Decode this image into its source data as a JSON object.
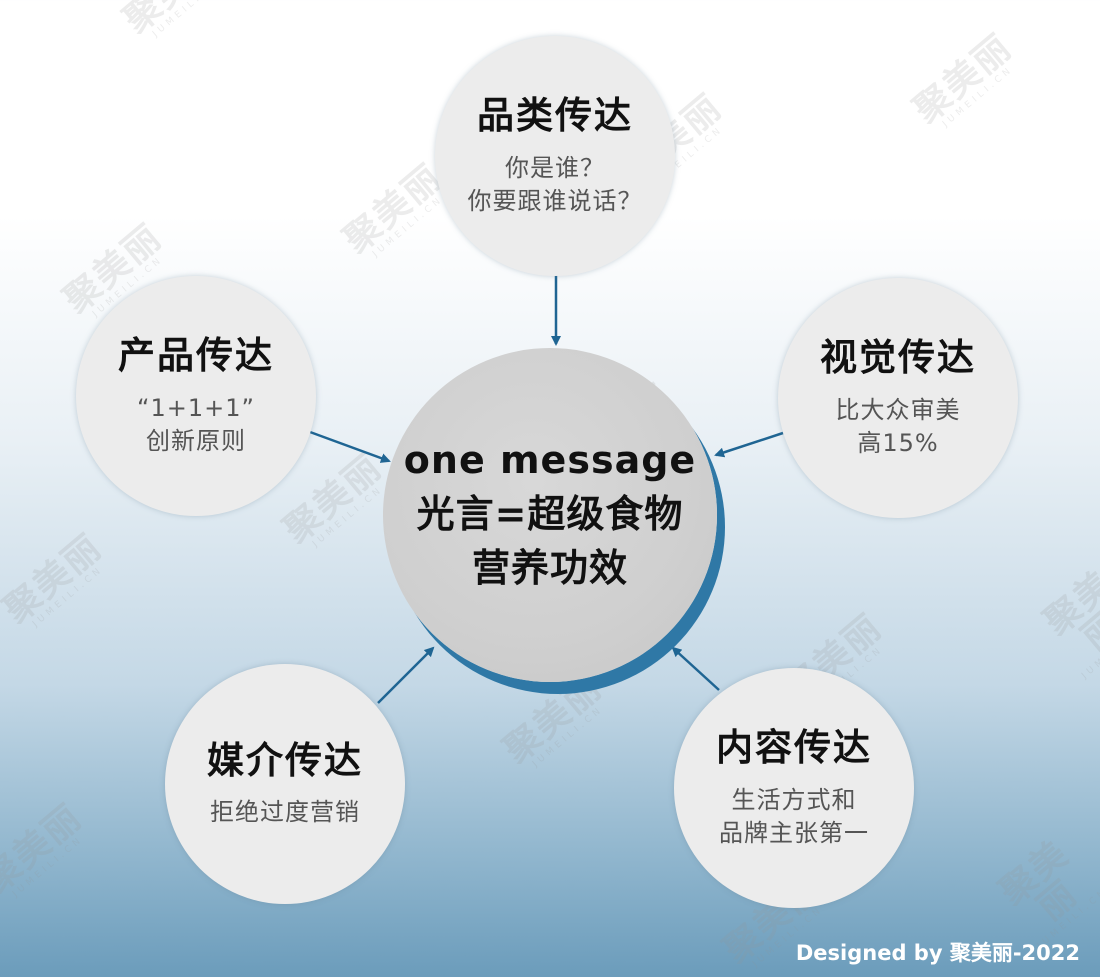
{
  "center": {
    "lines": [
      "one message",
      "光言=超级食物",
      "营养功效"
    ]
  },
  "nodes": {
    "top": {
      "title": "品类传达",
      "desc": [
        "你是谁？",
        "你要跟谁说话？"
      ]
    },
    "left": {
      "title": "产品传达",
      "desc": [
        "“1+1+1”",
        "创新原则"
      ]
    },
    "right": {
      "title": "视觉传达",
      "desc": [
        "比大众审美",
        "高15%"
      ]
    },
    "bottom_left": {
      "title": "媒介传达",
      "desc": [
        "拒绝过度营销"
      ]
    },
    "bottom_right": {
      "title": "内容传达",
      "desc": [
        "生活方式和",
        "品牌主张第一"
      ]
    }
  },
  "watermark": {
    "text": "聚美丽",
    "sub": "JUMEILI.CN"
  },
  "footer": "Designed by 聚美丽-2022",
  "colors": {
    "arrow": "#1f6593",
    "circle_fill": "#ececec",
    "center_fill": "#cfcfcf",
    "center_shadow": "#2f78a6"
  }
}
